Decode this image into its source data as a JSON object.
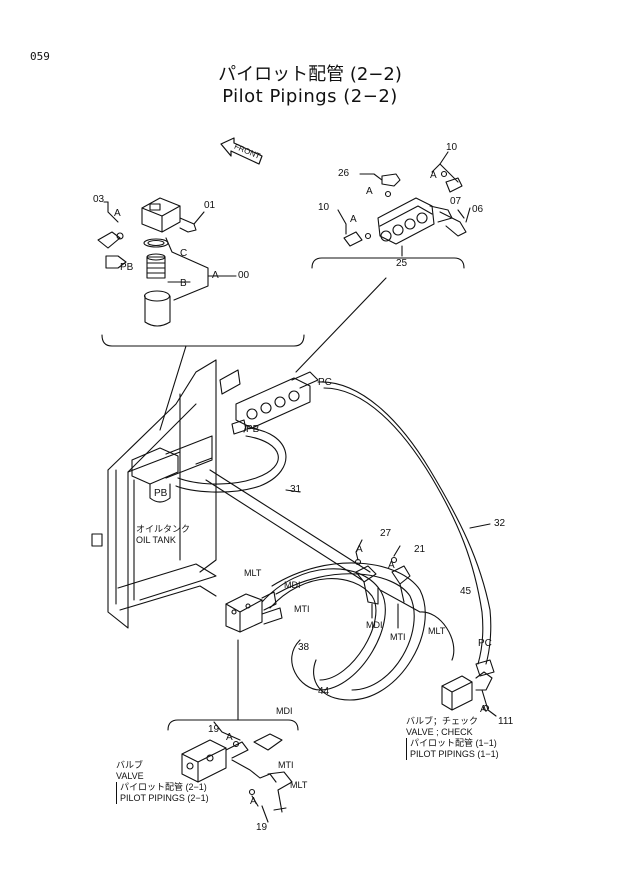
{
  "page_number": "059",
  "title_jp": "パイロット配管 (2−2)",
  "title_en": "Pilot Pipings (2−2)",
  "front_label": "FRONT",
  "part_labels": {
    "p03": "03",
    "pA1": "A",
    "p01": "01",
    "pC": "C",
    "pA2": "A",
    "p00": "00",
    "pPB1": "PB",
    "pB": "B",
    "p26": "26",
    "pA3": "A",
    "p10a": "10",
    "pA4": "A",
    "p07": "07",
    "p06": "06",
    "p10b": "10",
    "pA5": "A",
    "p25": "25",
    "pPC1": "PC",
    "pPB2": "PB",
    "pPB3": "PB",
    "p31": "31",
    "p32": "32",
    "p27": "27",
    "pA6": "A",
    "p21": "21",
    "pA7": "A",
    "pMLT1": "MLT",
    "pMDI1": "MDI",
    "pMTI1": "MTI",
    "pMDI2": "MDI",
    "pMTI2": "MTI",
    "p45": "45",
    "pMLT2": "MLT",
    "p38": "38",
    "p44": "44",
    "pPC2": "PC",
    "pA8": "A",
    "p111": "111",
    "p19a": "19",
    "pA9": "A",
    "pMDI3": "MDI",
    "pMTI3": "MTI",
    "pMLT3": "MLT",
    "pA10": "A",
    "p19b": "19"
  },
  "oil_tank_jp": "オイルタンク",
  "oil_tank_en": "OIL TANK",
  "check_valve": {
    "jp": "バルブ；チェック",
    "en": "VALVE ; CHECK",
    "ref_jp": "パイロット配管 (1−1)",
    "ref_en": "PILOT PIPINGS (1−1)"
  },
  "valve": {
    "jp": "バルブ",
    "en": "VALVE",
    "ref_jp": "パイロット配管 (2−1)",
    "ref_en": "PILOT PIPINGS (2−1)"
  }
}
